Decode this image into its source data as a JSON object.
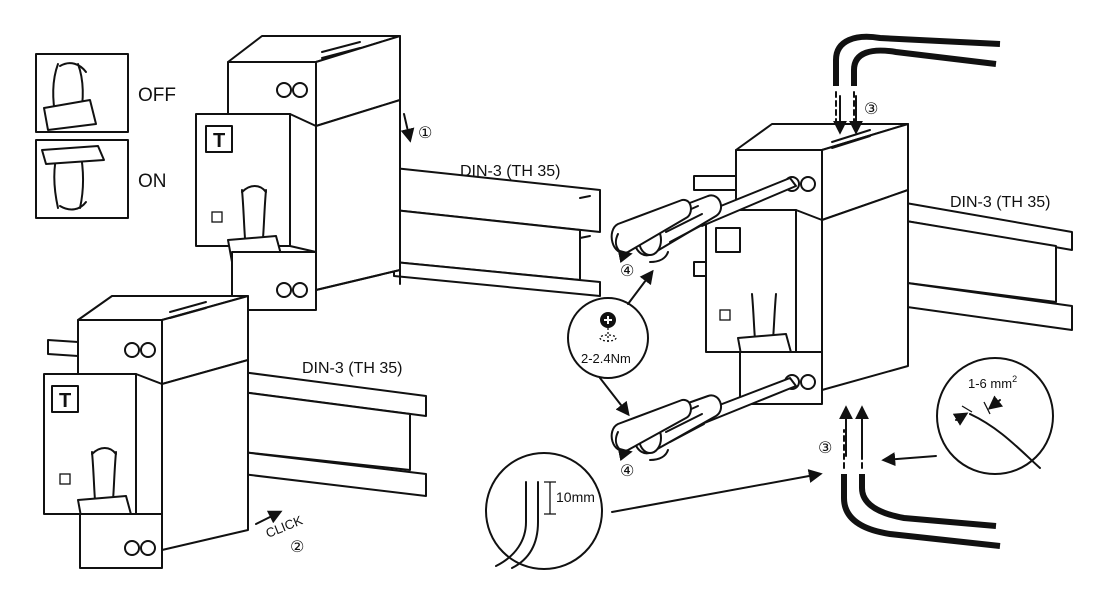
{
  "switch_states": {
    "off": "OFF",
    "on": "ON"
  },
  "rail_labels": {
    "rail1": "DIN-3 (TH 35)",
    "rail2": "DIN-3 (TH 35)",
    "rail3": "DIN-3 (TH 35)"
  },
  "device_letter": "T",
  "steps": {
    "step1": "①",
    "step2": "②",
    "step3_top": "③",
    "step3_bottom": "③",
    "step4_top": "④",
    "step4_bottom": "④"
  },
  "click_label": "CLICK",
  "torque": "2-2.4Nm",
  "strip_length": "10mm",
  "wire_section": {
    "value": "1-6 mm",
    "superscript": "2"
  },
  "colors": {
    "ink": "#111111",
    "background": "#ffffff"
  }
}
